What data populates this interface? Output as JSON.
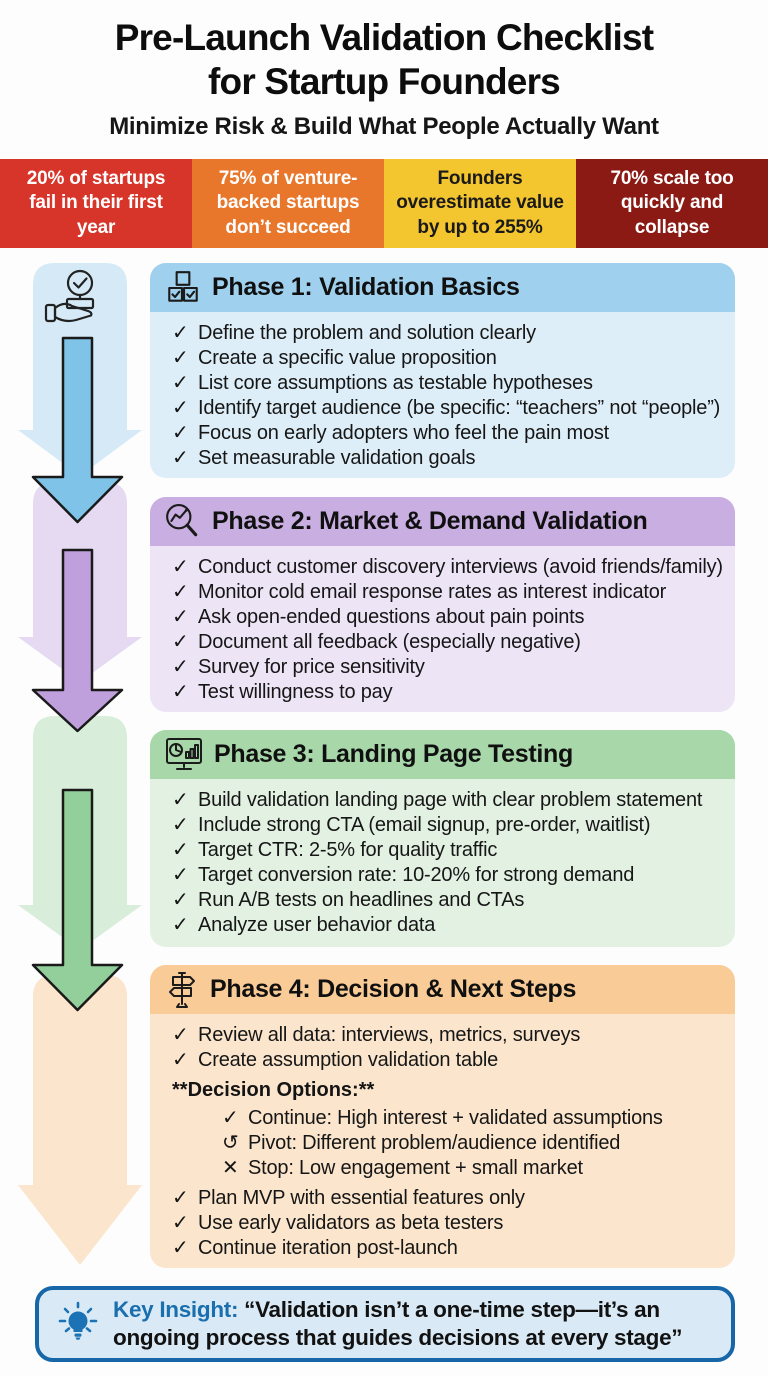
{
  "header": {
    "title_line1": "Pre-Launch Validation Checklist",
    "title_line2": "for Startup Founders",
    "subtitle": "Minimize Risk & Build What People Actually Want"
  },
  "stats": [
    {
      "text": "20% of startups fail in their first year",
      "bg": "#D7342A",
      "color": "#FFFFFF"
    },
    {
      "text": "75% of venture-backed startups don’t succeed",
      "bg": "#E8772C",
      "color": "#FFFFFF"
    },
    {
      "text": "Founders overestimate value by up to 255%",
      "bg": "#F3C52F",
      "color": "#1A1A1A"
    },
    {
      "text": "70% scale too quickly and collapse",
      "bg": "#8C1A14",
      "color": "#FFFFFF"
    }
  ],
  "phases": [
    {
      "title": "Phase 1: Validation Basics",
      "icon": "blocks-icon",
      "header_bg": "#9FD0ED",
      "body_bg": "#DDEEF8",
      "items": [
        {
          "glyph": "✓",
          "text": "Define the problem and solution clearly"
        },
        {
          "glyph": "✓",
          "text": "Create a specific value proposition"
        },
        {
          "glyph": "✓",
          "text": "List core assumptions as testable hypotheses"
        },
        {
          "glyph": "✓",
          "text": "Identify target audience (be specific: “teachers” not “people”)"
        },
        {
          "glyph": "✓",
          "text": "Focus on early adopters who feel the pain most"
        },
        {
          "glyph": "✓",
          "text": "Set measurable validation goals"
        }
      ]
    },
    {
      "title": "Phase 2: Market & Demand Validation",
      "icon": "magnifier-chart-icon",
      "header_bg": "#C9AEE1",
      "body_bg": "#EDE4F6",
      "items": [
        {
          "glyph": "✓",
          "text": "Conduct customer discovery interviews (avoid friends/family)"
        },
        {
          "glyph": "✓",
          "text": "Monitor cold email response rates as interest indicator"
        },
        {
          "glyph": "✓",
          "text": "Ask open-ended questions about pain points"
        },
        {
          "glyph": "✓",
          "text": "Document all feedback (especially negative)"
        },
        {
          "glyph": "✓",
          "text": "Survey for price sensitivity"
        },
        {
          "glyph": "✓",
          "text": "Test willingness to pay"
        }
      ]
    },
    {
      "title": "Phase 3: Landing Page Testing",
      "icon": "monitor-chart-icon",
      "header_bg": "#A8D7AA",
      "body_bg": "#E3F1E3",
      "items": [
        {
          "glyph": "✓",
          "text": "Build validation landing page with clear problem statement"
        },
        {
          "glyph": "✓",
          "text": "Include strong CTA (email signup, pre-order, waitlist)"
        },
        {
          "glyph": "✓",
          "text": "Target CTR: 2-5% for quality traffic"
        },
        {
          "glyph": "✓",
          "text": "Target conversion rate: 10-20% for strong demand"
        },
        {
          "glyph": "✓",
          "text": "Run A/B tests on headlines and CTAs"
        },
        {
          "glyph": "✓",
          "text": "Analyze user behavior data"
        }
      ]
    },
    {
      "title": "Phase 4: Decision & Next Steps",
      "icon": "signpost-icon",
      "header_bg": "#F9CB97",
      "body_bg": "#FBE6CD",
      "items_top": [
        {
          "glyph": "✓",
          "text": "Review all data: interviews, metrics, surveys"
        },
        {
          "glyph": "✓",
          "text": "Create assumption validation table"
        }
      ],
      "decision_heading": "**Decision Options:**",
      "decision_options": [
        {
          "glyph": "✓",
          "text": "Continue: High interest + validated assumptions"
        },
        {
          "glyph": "↺",
          "text": "Pivot: Different problem/audience identified"
        },
        {
          "glyph": "✕",
          "text": "Stop: Low engagement + small market"
        }
      ],
      "items_bottom": [
        {
          "glyph": "✓",
          "text": "Plan MVP with essential features only"
        },
        {
          "glyph": "✓",
          "text": "Use early validators as beta testers"
        },
        {
          "glyph": "✓",
          "text": "Continue iteration post-launch"
        }
      ]
    }
  ],
  "key_insight": {
    "label": "Key Insight:",
    "quote": "“Validation isn’t a one-time step—it’s an ongoing process that guides decisions at every stage”"
  },
  "colors": {
    "stat_red": "#D7342A",
    "stat_orange": "#E8772C",
    "stat_yellow": "#F3C52F",
    "stat_maroon": "#8C1A14",
    "phase1_arrow": "#7FC3E8",
    "phase1_arrow_pale": "#D5EAF6",
    "phase2_arrow": "#BFA0DC",
    "phase2_arrow_pale": "#E6DAF2",
    "phase3_arrow": "#93CF9B",
    "phase3_arrow_pale": "#D9EEDA",
    "phase4_arrow_pale": "#FBE5CC",
    "insight_border": "#1766A8",
    "insight_bg": "#D9EAF6",
    "insight_accent": "#1A6FAE"
  }
}
